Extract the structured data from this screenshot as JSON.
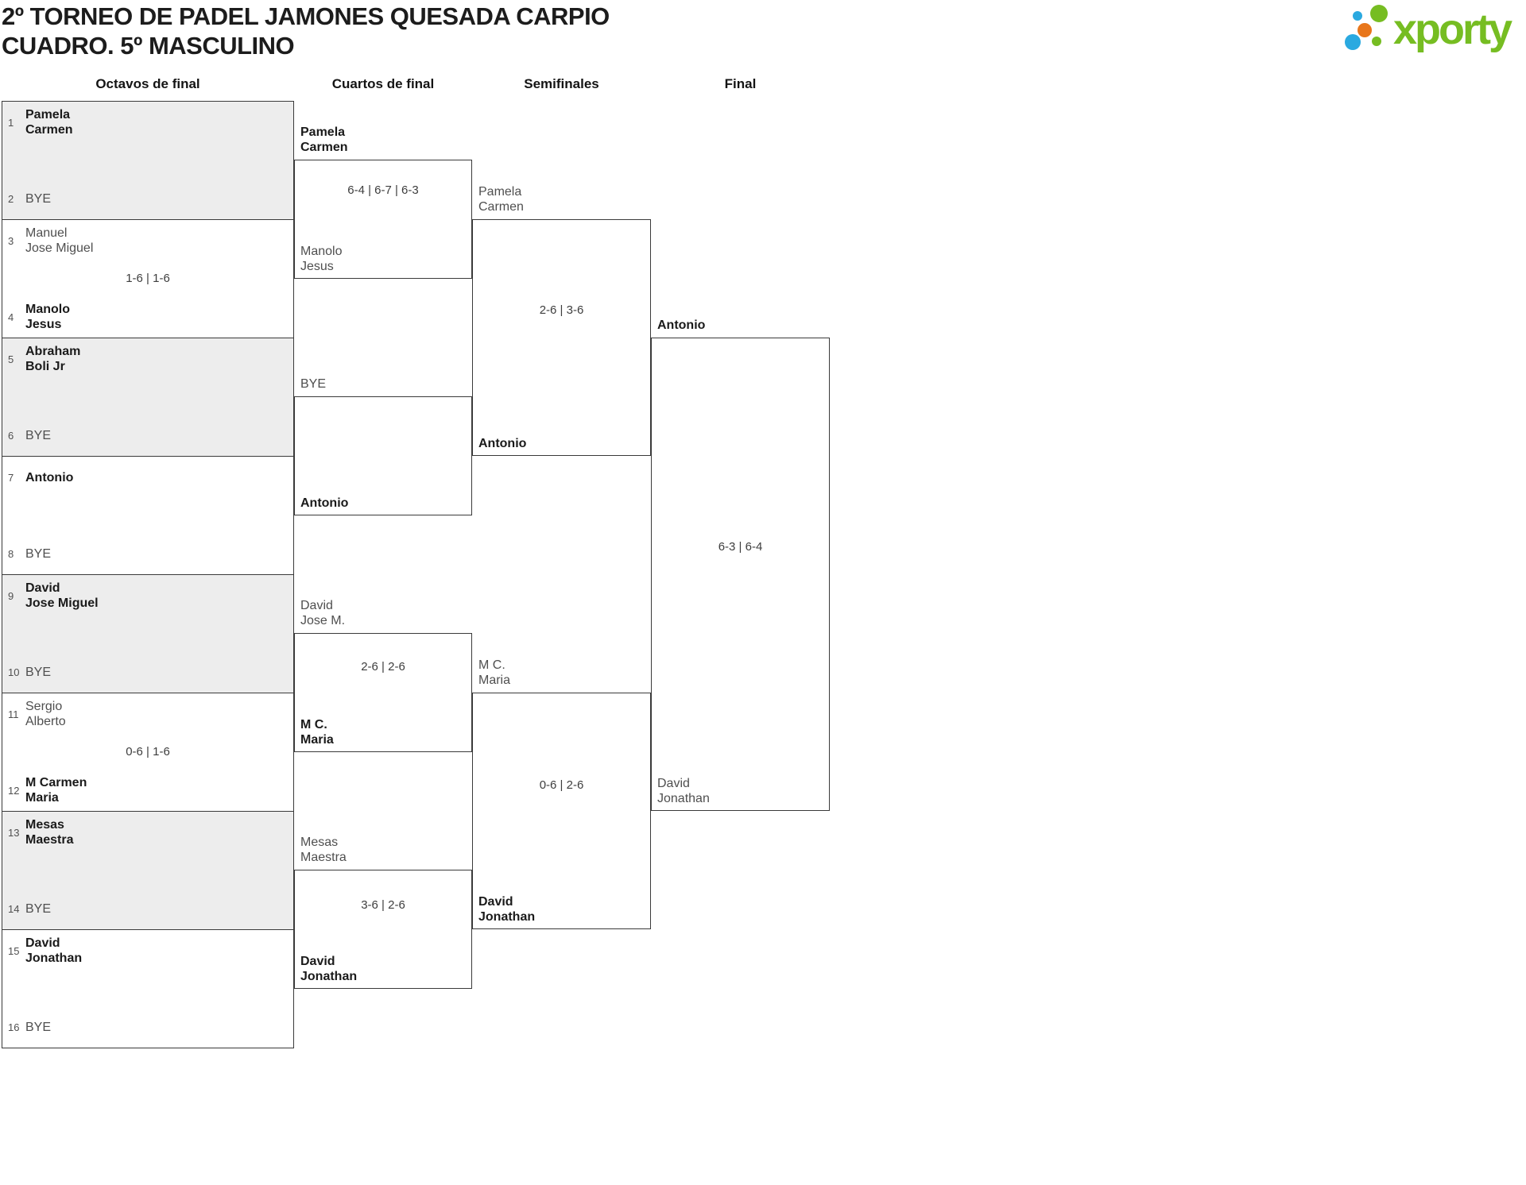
{
  "title": {
    "line1": "2º TORNEO DE PADEL JAMONES QUESADA CARPIO",
    "line2": "CUADRO. 5º MASCULINO"
  },
  "logo": {
    "brand": "xporty",
    "green": "#76bd22",
    "blue": "#2aa9e0",
    "orange": "#e8761b"
  },
  "round_headers": [
    {
      "label": "Octavos de final"
    },
    {
      "label": "Cuartos de final"
    },
    {
      "label": "Semifinales"
    },
    {
      "label": "Final"
    }
  ],
  "bracket": {
    "r16_boxes": [
      {
        "top": {
          "seed": "1",
          "line1": "Pamela",
          "line2": "Carmen"
        },
        "bottom": {
          "seed": "2",
          "line1": "BYE",
          "line2": ""
        },
        "score": ""
      },
      {
        "top": {
          "seed": "3",
          "line1": "Manuel",
          "line2": "Jose Miguel"
        },
        "bottom": {
          "seed": "4",
          "line1": "Manolo",
          "line2": "Jesus"
        },
        "score": "1-6 | 1-6"
      },
      {
        "top": {
          "seed": "5",
          "line1": "Abraham",
          "line2": "Boli Jr"
        },
        "bottom": {
          "seed": "6",
          "line1": "BYE",
          "line2": ""
        },
        "score": ""
      },
      {
        "top": {
          "seed": "7",
          "line1": "Antonio",
          "line2": ""
        },
        "bottom": {
          "seed": "8",
          "line1": "BYE",
          "line2": ""
        },
        "score": ""
      },
      {
        "top": {
          "seed": "9",
          "line1": "David",
          "line2": "Jose Miguel"
        },
        "bottom": {
          "seed": "10",
          "line1": "BYE",
          "line2": ""
        },
        "score": ""
      },
      {
        "top": {
          "seed": "11",
          "line1": "Sergio",
          "line2": "Alberto"
        },
        "bottom": {
          "seed": "12",
          "line1": "M Carmen",
          "line2": "Maria"
        },
        "score": "0-6 | 1-6"
      },
      {
        "top": {
          "seed": "13",
          "line1": "Mesas",
          "line2": "Maestra"
        },
        "bottom": {
          "seed": "14",
          "line1": "BYE",
          "line2": ""
        },
        "score": ""
      },
      {
        "top": {
          "seed": "15",
          "line1": "David",
          "line2": "Jonathan"
        },
        "bottom": {
          "seed": "16",
          "line1": "BYE",
          "line2": ""
        },
        "score": ""
      }
    ],
    "quarterfinals": [
      {
        "top": {
          "line1": "Pamela",
          "line2": "Carmen"
        },
        "bottom": {
          "line1": "Manolo",
          "line2": "Jesus"
        },
        "score": "6-4 | 6-7 | 6-3"
      },
      {
        "top": {
          "line1": "BYE",
          "line2": ""
        },
        "bottom": {
          "line1": "Antonio",
          "line2": ""
        },
        "score": ""
      },
      {
        "top": {
          "line1": "David",
          "line2": "Jose M."
        },
        "bottom": {
          "line1": "M C.",
          "line2": "Maria"
        },
        "score": "2-6 | 2-6"
      },
      {
        "top": {
          "line1": "Mesas",
          "line2": "Maestra"
        },
        "bottom": {
          "line1": "David",
          "line2": "Jonathan"
        },
        "score": "3-6 | 2-6"
      }
    ],
    "semifinals": [
      {
        "top": {
          "line1": "Pamela",
          "line2": "Carmen"
        },
        "bottom": {
          "line1": "Antonio",
          "line2": ""
        },
        "score": "2-6 | 3-6"
      },
      {
        "top": {
          "line1": "M C.",
          "line2": "Maria"
        },
        "bottom": {
          "line1": "David",
          "line2": "Jonathan"
        },
        "score": "0-6 | 2-6"
      }
    ],
    "final": {
      "top": {
        "line1": "Antonio",
        "line2": ""
      },
      "bottom": {
        "line1": "David",
        "line2": "Jonathan"
      },
      "score": "6-3 | 6-4"
    }
  }
}
